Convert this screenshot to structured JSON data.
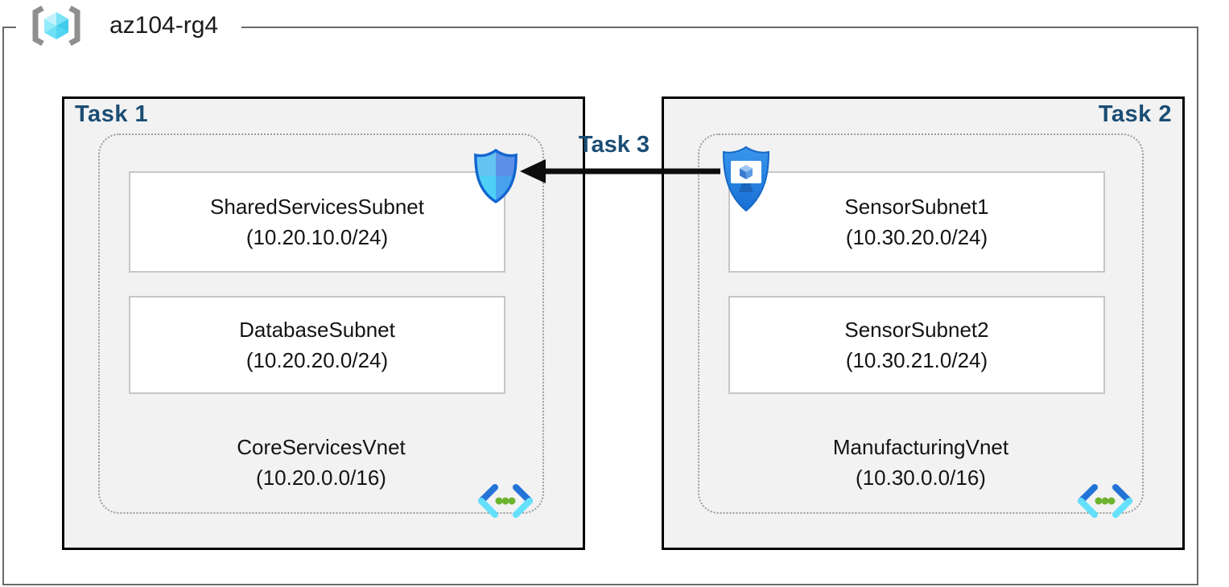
{
  "resource_group": {
    "name": "az104-rg4"
  },
  "tasks": [
    {
      "label": "Task 1"
    },
    {
      "label": "Task 2"
    },
    {
      "label": "Task 3"
    }
  ],
  "vnets": [
    {
      "name": "CoreServicesVnet",
      "cidr": "(10.20.0.0/16)",
      "subnets": [
        {
          "name": "SharedServicesSubnet",
          "cidr": "(10.20.10.0/24)"
        },
        {
          "name": "DatabaseSubnet",
          "cidr": "(10.20.20.0/24)"
        }
      ]
    },
    {
      "name": "ManufacturingVnet",
      "cidr": "(10.30.0.0/16)",
      "subnets": [
        {
          "name": "SensorSubnet1",
          "cidr": "(10.30.20.0/24)"
        },
        {
          "name": "SensorSubnet2",
          "cidr": "(10.30.21.0/24)"
        }
      ]
    }
  ],
  "icons": {
    "resource_group": "resource-group-icon",
    "nsg": "network-security-group-shield-icon",
    "asg": "application-security-group-shield-icon",
    "vnet": "virtual-network-icon",
    "arrow": "left-arrow"
  },
  "colors": {
    "task_label": "#1b4d74",
    "box_background": "#f2f2f2",
    "box_border": "#000000",
    "rg_border": "#6a6a6a",
    "dotted_border": "#9c9c9c",
    "subnet_border": "#c6c6c6",
    "nsg_outline": "#1266cf",
    "asg_fill": "#2b87e2",
    "vnet_blue": "#2474d8",
    "vnet_cyan": "#64e0fb",
    "vnet_green": "#6cb32e",
    "cube_cyan": "#7ce2f6",
    "arrow": "#0d0d0d"
  }
}
